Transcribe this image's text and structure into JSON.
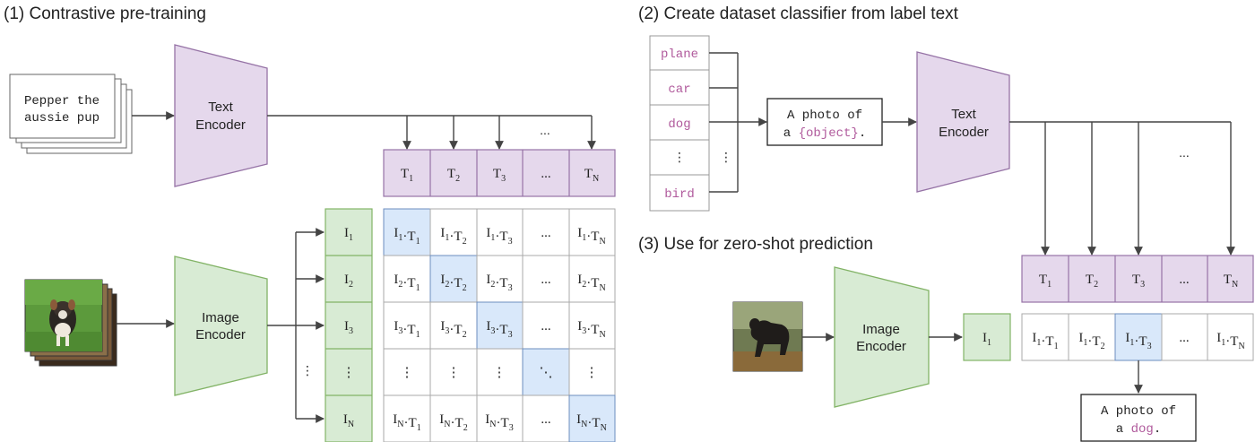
{
  "section1": {
    "title": "(1) Contrastive pre-training",
    "caption_line1": "Pepper the",
    "caption_line2": "aussie pup",
    "text_encoder": [
      "Text",
      "Encoder"
    ],
    "image_encoder": [
      "Image",
      "Encoder"
    ],
    "text_tokens": [
      "T1",
      "T2",
      "T3",
      "...",
      "TN"
    ],
    "image_tokens": [
      "I1",
      "I2",
      "I3",
      "⋮",
      "IN"
    ],
    "matrix": [
      [
        "I1·T1",
        "I1·T2",
        "I1·T3",
        "...",
        "I1·TN"
      ],
      [
        "I2·T1",
        "I2·T2",
        "I2·T3",
        "...",
        "I2·TN"
      ],
      [
        "I3·T1",
        "I3·T2",
        "I3·T3",
        "...",
        "I3·TN"
      ],
      [
        "⋮",
        "⋮",
        "⋮",
        "⋱",
        "⋮"
      ],
      [
        "IN·T1",
        "IN·T2",
        "IN·T3",
        "...",
        "IN·TN"
      ]
    ],
    "side_dots": "⋮",
    "top_dots": "..."
  },
  "section2": {
    "title": "(2) Create dataset classifier from label text",
    "labels": [
      "plane",
      "car",
      "dog",
      "⋮",
      "bird"
    ],
    "side_dots": "⋮",
    "prompt_line1": "A photo of",
    "prompt_line2_prefix": "a ",
    "prompt_line2_placeholder": "{object}",
    "prompt_line2_suffix": ".",
    "text_encoder": [
      "Text",
      "Encoder"
    ],
    "top_dots": "..."
  },
  "section3": {
    "title": "(3) Use for zero-shot prediction",
    "image_encoder": [
      "Image",
      "Encoder"
    ],
    "image_token": "I1",
    "text_tokens": [
      "T1",
      "T2",
      "T3",
      "...",
      "TN"
    ],
    "scores": [
      "I1·T1",
      "I1·T2",
      "I1·T3",
      "...",
      "I1·TN"
    ],
    "result_line1": "A photo of",
    "result_line2_prefix": "a ",
    "result_line2_word": "dog",
    "result_line2_suffix": "."
  },
  "colors": {
    "text_encoder_fill": "#e5d8ec",
    "text_encoder_stroke": "#9673a6",
    "image_encoder_fill": "#d8ebd4",
    "image_encoder_stroke": "#82b366",
    "highlight_fill": "#d9e8fa",
    "highlight_stroke": "#6c8ebf",
    "label_purple": "#b05a9c"
  }
}
